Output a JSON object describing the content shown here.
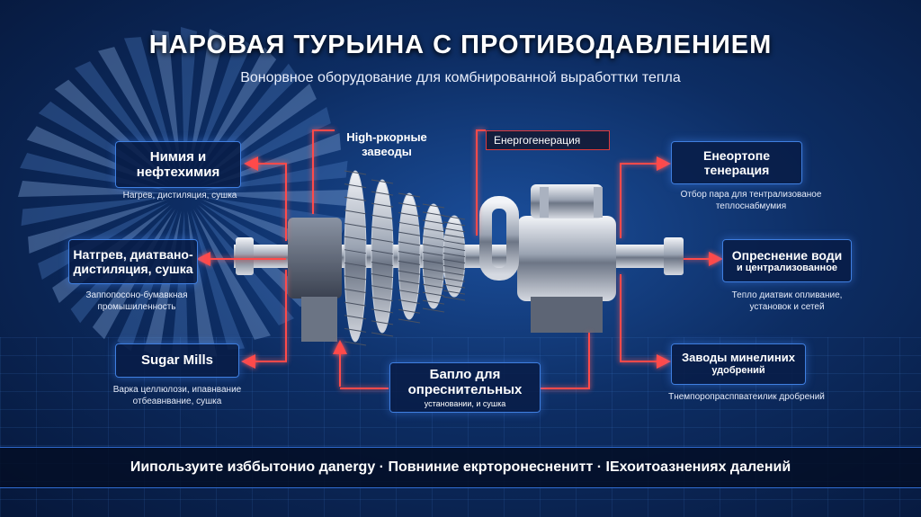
{
  "header": {
    "title": "НАРОВАЯ ТУРЬИНА С ПРОТИВОДАВЛЕНИЕМ",
    "subtitle": "Вонорвное оборудование для комбнированной выработтки тепла"
  },
  "left": {
    "box1": {
      "line1": "Нимия и",
      "line2": "нефтехимия"
    },
    "note1": "Нагрев, дистиляция, сушка",
    "box2": {
      "line1": "Натгрев, диатвано-",
      "line2": "дистиляция, сушка"
    },
    "note2": {
      "line1": "Заппопосоно-бумавкная",
      "line2": "промышиленность"
    },
    "box3": {
      "line1": "Sugar Mills"
    },
    "note3": {
      "line1": "Варка целлюлози, ипавнвание",
      "line2": "отбеавнвание, сушка"
    }
  },
  "center": {
    "float_label": {
      "line1": "High-ркорные",
      "line2": "завеоды"
    },
    "red_label": "Енергогенерация",
    "box": {
      "line1": "Бапло для",
      "line2": "опреснительных",
      "line3": "установании, и сушка"
    }
  },
  "right": {
    "box1": {
      "line1": "Енеортопе",
      "line2": "тенерация"
    },
    "note1": {
      "line1": "Отбор пара для тентрализованое",
      "line2": "теплоснабмумия"
    },
    "box2": {
      "line1": "Опреснение води",
      "line2": "и централизованное"
    },
    "note2": {
      "line1": "Тепло диатвик опливание,",
      "line2": "установок и сетей"
    },
    "box3": {
      "line1": "Заводы минелиних",
      "line2": "удобрений"
    },
    "note3": "Тнемпоропрасппватеилик дробрений"
  },
  "footer": {
    "text": "Иипользуите изббытонио даnergy · Повниние екрторонесненитт · IЕхоитоазнениях далений"
  },
  "colors": {
    "accent_blue": "#3f7fe0",
    "arrow_red": "#e43b3b",
    "bg_dark": "#06173a"
  }
}
